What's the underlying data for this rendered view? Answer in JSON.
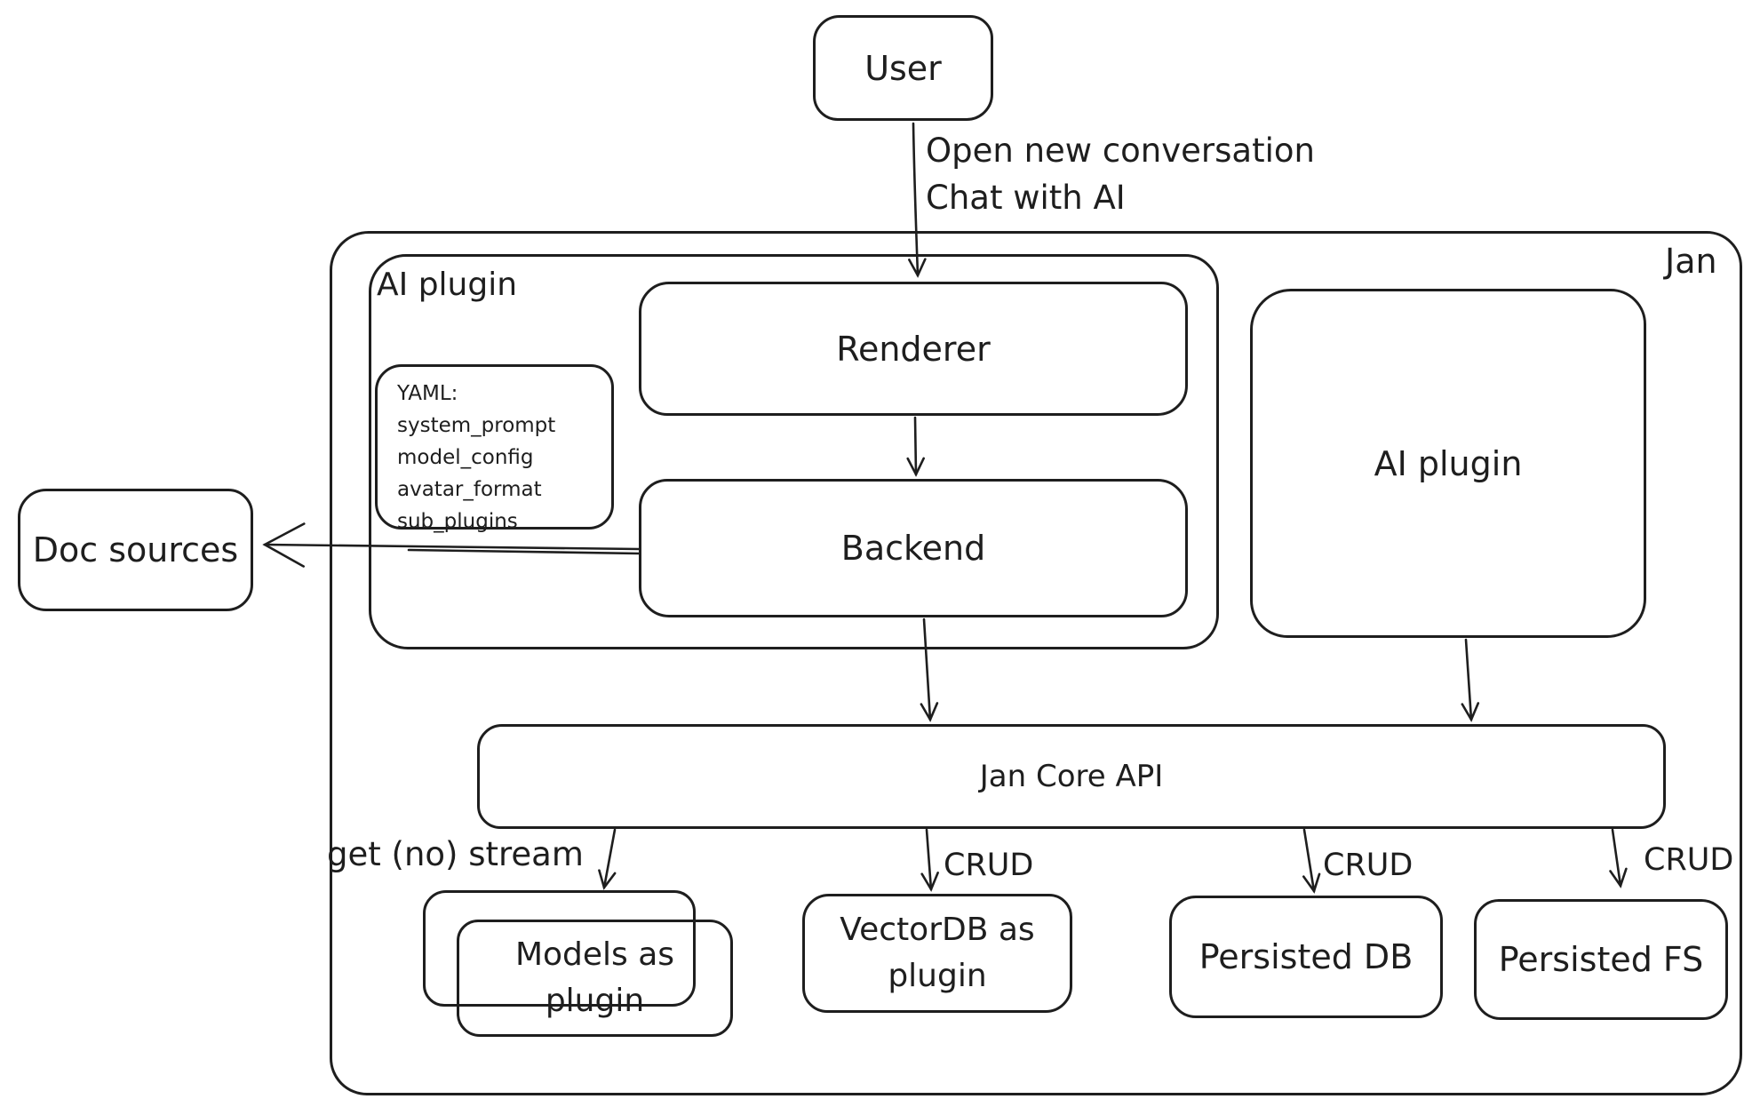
{
  "diagram": {
    "outer_label": "Jan",
    "colors": {
      "stroke": "#1e1e1e",
      "background": "#ffffff"
    },
    "nodes": {
      "user": {
        "label": "User"
      },
      "ai_plugin_group": {
        "label": "AI plugin"
      },
      "renderer": {
        "label": "Renderer"
      },
      "backend": {
        "label": "Backend"
      },
      "yaml_note": {
        "title": "YAML:",
        "lines": [
          "system_prompt",
          "model_config",
          "avatar_format",
          "sub_plugins"
        ]
      },
      "ai_plugin": {
        "label": "AI plugin"
      },
      "doc_sources": {
        "label": "Doc sources"
      },
      "jan_core_api": {
        "label": "Jan Core API"
      },
      "models_as_plugin": {
        "line1": "Models as",
        "line2": "plugin"
      },
      "vectordb_as_plugin": {
        "line1": "VectorDB as",
        "line2": "plugin"
      },
      "persisted_db": {
        "label": "Persisted DB"
      },
      "persisted_fs": {
        "label": "Persisted FS"
      }
    },
    "edges": {
      "user_to_renderer": {
        "line1": "Open new conversation",
        "line2": "Chat with AI"
      },
      "jan_core_to_models": {
        "label": "get (no) stream"
      },
      "jan_core_to_vectordb": {
        "label": "CRUD"
      },
      "jan_core_to_persisted_db": {
        "label": "CRUD"
      },
      "jan_core_to_persisted_fs": {
        "label": "CRUD"
      }
    }
  }
}
